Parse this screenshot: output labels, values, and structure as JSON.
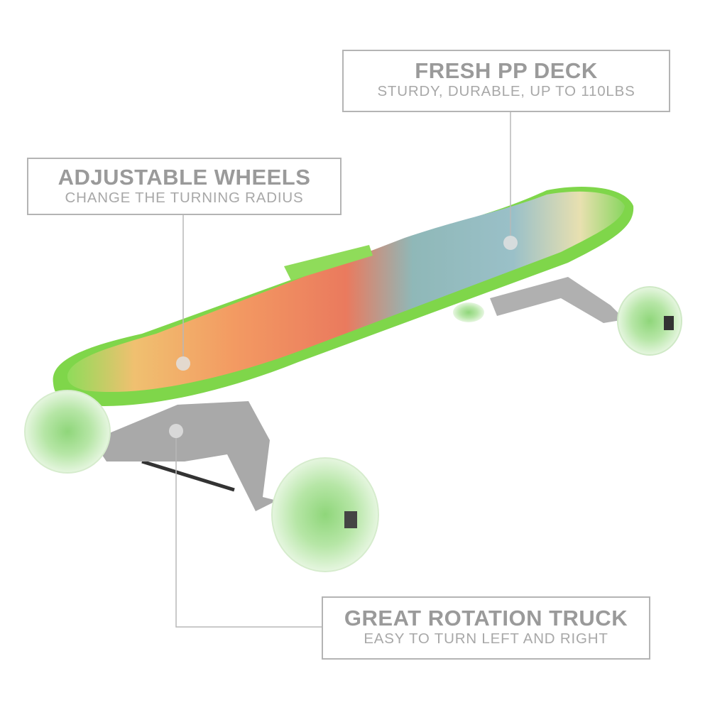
{
  "callouts": [
    {
      "title": "FRESH PP DECK",
      "subtitle": "STURDY, DURABLE, UP TO 110LBS"
    },
    {
      "title": "ADJUSTABLE WHEELS",
      "subtitle": "CHANGE THE TURNING RADIUS"
    },
    {
      "title": "GREAT ROTATION TRUCK",
      "subtitle": "EASY TO TURN LEFT AND RIGHT"
    }
  ],
  "colors": {
    "deck_rim": "#7fd64a",
    "wheel": "#bfe8b0",
    "truck": "#a9a9a9",
    "callout_border": "#b4b4b4",
    "callout_text": "#9a9a9a"
  }
}
